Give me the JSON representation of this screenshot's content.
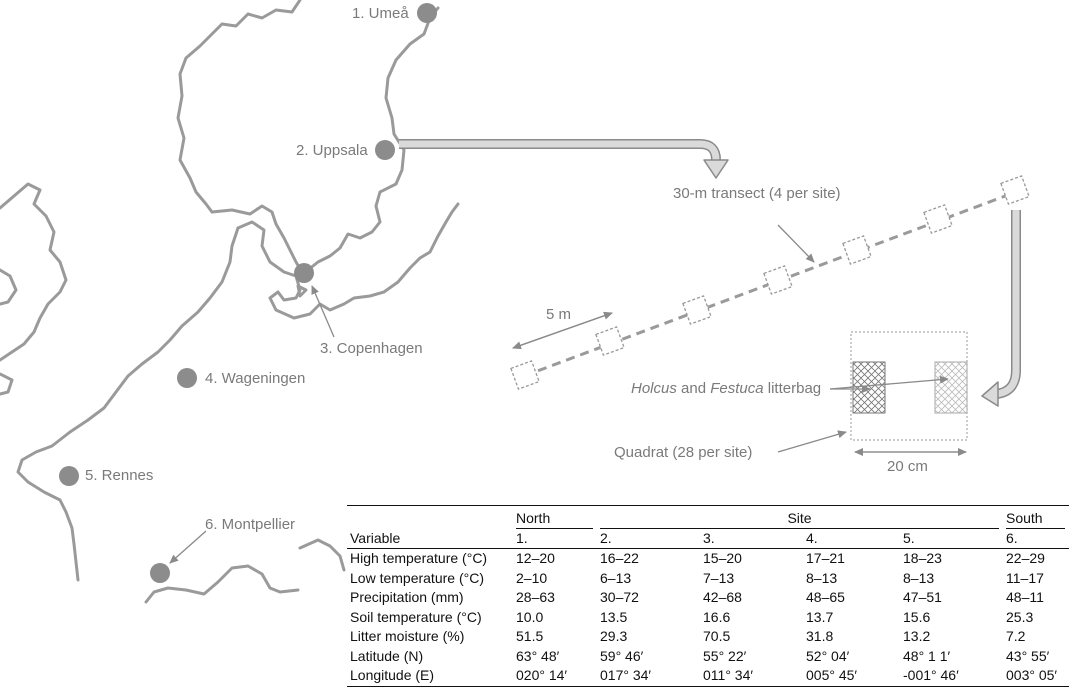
{
  "map": {
    "sites": [
      {
        "label": "1. Umeå"
      },
      {
        "label": "2. Uppsala"
      },
      {
        "label": "3. Copenhagen"
      },
      {
        "label": "4. Wageningen"
      },
      {
        "label": "5. Rennes"
      },
      {
        "label": "6. Montpellier"
      }
    ],
    "colors": {
      "coast": "#9a9a9a",
      "site_dot": "#8c8c8c",
      "arrow_fill": "#d6d6d6"
    }
  },
  "design": {
    "transect_label": "30-m transect (4 per site)",
    "spacing_label": "5 m",
    "litterbag_label_species1": "Holcus",
    "litterbag_label_and": " and ",
    "litterbag_label_species2": "Festuca",
    "litterbag_label_suffix": " litterbag",
    "quadrat_label": "Quadrat (28 per site)",
    "quadrat_size_label": "20 cm"
  },
  "table": {
    "north_label": "North",
    "site_label": "Site",
    "south_label": "South",
    "variable_header": "Variable",
    "site_numbers": [
      "1.",
      "2.",
      "3.",
      "4.",
      "5.",
      "6."
    ],
    "rows": [
      {
        "variable": "High temperature (°C)",
        "values": [
          "12–20",
          "16–22",
          "15–20",
          "17–21",
          "18–23",
          "22–29"
        ]
      },
      {
        "variable": "Low temperature (°C)",
        "values": [
          "2–10",
          "6–13",
          "7–13",
          "8–13",
          "8–13",
          "11–17"
        ]
      },
      {
        "variable": "Precipitation (mm)",
        "values": [
          "28–63",
          "30–72",
          "42–68",
          "48–65",
          "47–51",
          "48–11"
        ]
      },
      {
        "variable": "Soil temperature (°C)",
        "values": [
          "10.0",
          "13.5",
          "16.6",
          "13.7",
          "15.6",
          "25.3"
        ]
      },
      {
        "variable": "Litter moisture (%)",
        "values": [
          "51.5",
          "29.3",
          "70.5",
          "31.8",
          "13.2",
          "7.2"
        ]
      },
      {
        "variable": "Latitude (N)",
        "values": [
          "63° 48′",
          "59° 46′",
          "55° 22′",
          "52° 04′",
          "48° 1 1′",
          "43° 55′"
        ]
      },
      {
        "variable": "Longitude (E)",
        "values": [
          "020° 14′",
          "017° 34′",
          "011° 34′",
          "005° 45′",
          "-001° 46′",
          "003° 05′"
        ]
      }
    ]
  }
}
